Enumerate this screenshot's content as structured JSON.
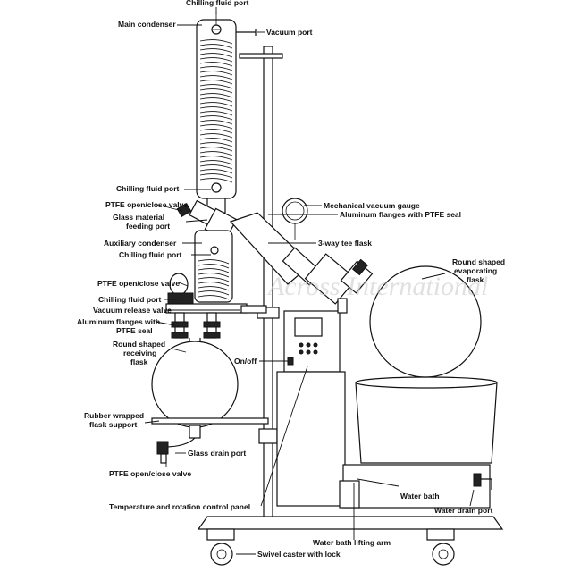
{
  "watermark": "Across International",
  "labels": {
    "chilling_fluid_port_top": "Chilling fluid port",
    "main_condenser": "Main condenser",
    "vacuum_port": "Vacuum port",
    "chilling_fluid_port_mid": "Chilling fluid port",
    "ptfe_valve_1": "PTFE open/close valve",
    "glass_feeding_port_1": "Glass material",
    "glass_feeding_port_2": "feeding port",
    "mechanical_vacuum_gauge": "Mechanical vacuum gauge",
    "aluminum_flanges_top": "Aluminum flanges with PTFE seal",
    "auxiliary_condenser": "Auxiliary condenser",
    "three_way_tee": "3-way tee flask",
    "chilling_fluid_port_aux": "Chilling fluid port",
    "round_evap_1": "Round shaped",
    "round_evap_2": "evaporating",
    "round_evap_3": "flask",
    "ptfe_valve_2": "PTFE open/close valve",
    "chilling_fluid_port_low": "Chilling fluid port",
    "vacuum_release_valve": "Vacuum release valve",
    "aluminum_flanges_low_1": "Aluminum flanges with",
    "aluminum_flanges_low_2": "PTFE seal",
    "round_recv_1": "Round shaped",
    "round_recv_2": "receiving",
    "round_recv_3": "flask",
    "on_off": "On/off",
    "rubber_support_1": "Rubber wrapped",
    "rubber_support_2": "flask support",
    "glass_drain_port": "Glass drain port",
    "ptfe_valve_3": "PTFE open/close valve",
    "water_bath": "Water bath",
    "control_panel": "Temperature and rotation control panel",
    "water_drain_port": "Water drain port",
    "lifting_arm": "Water bath lifting arm",
    "swivel_caster": "Swivel caster with lock"
  }
}
